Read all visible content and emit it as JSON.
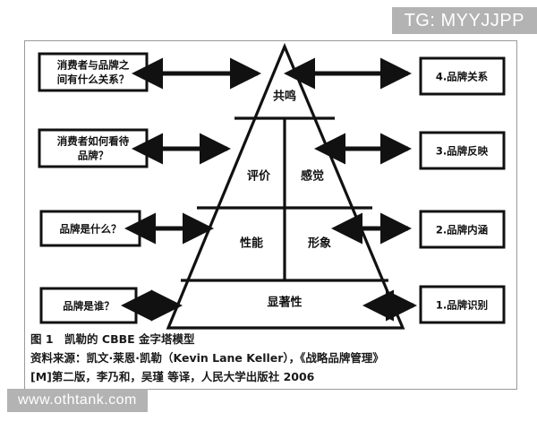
{
  "watermarks": {
    "telegram": "TG: MYYJJPP",
    "site": "www.othtank.com"
  },
  "diagram": {
    "title": "凯勒的 CBBE 金字塔模型",
    "left_questions": [
      {
        "id": "q4",
        "text_lines": [
          "消费者与品牌之",
          "间有什么关系？"
        ]
      },
      {
        "id": "q3",
        "text_lines": [
          "消费者如何看待",
          "品牌？"
        ]
      },
      {
        "id": "q2",
        "text_lines": [
          "品牌是什么？"
        ]
      },
      {
        "id": "q1",
        "text_lines": [
          "品牌是谁？"
        ]
      }
    ],
    "right_stages": [
      {
        "id": "s4",
        "text": "4.品牌关系"
      },
      {
        "id": "s3",
        "text": "3.品牌反映"
      },
      {
        "id": "s2",
        "text": "2.品牌内涵"
      },
      {
        "id": "s1",
        "text": "1.品牌识别"
      }
    ],
    "pyramid_tiers": [
      {
        "level": 4,
        "cells": [
          "共鸣"
        ]
      },
      {
        "level": 3,
        "cells": [
          "评价",
          "感觉"
        ]
      },
      {
        "level": 2,
        "cells": [
          "性能",
          "形象"
        ]
      },
      {
        "level": 1,
        "cells": [
          "显著性"
        ]
      }
    ]
  },
  "caption": {
    "line1": "图 1　凯勒的 CBBE 金字塔模型",
    "line2": "资料来源：凯文·莱恩·凯勒（Kevin Lane Keller），《战略品牌管理》",
    "line3": "[M]第二版，李乃和，吴瑾 等译，人民大学出版社 2006"
  },
  "colors": {
    "ink": "#111111",
    "frame": "#9a9a9a",
    "watermark_bg": "#b3b3b3",
    "paper": "#ffffff"
  }
}
